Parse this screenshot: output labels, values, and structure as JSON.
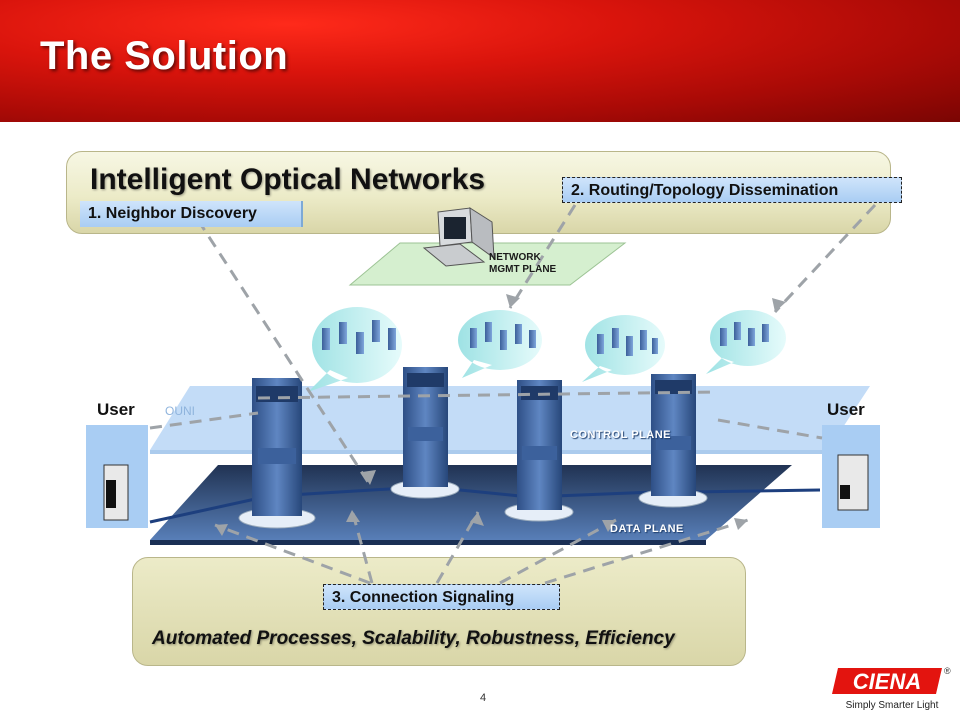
{
  "slide": {
    "title": "The Solution",
    "page_number": "4"
  },
  "top_panel": {
    "title": "Intelligent Optical Networks",
    "box1": "1.  Neighbor Discovery",
    "box2": "2.  Routing/Topology Dissemination"
  },
  "diagram": {
    "mgmt_plane_line1": "NETWORK",
    "mgmt_plane_line2": "MGMT PLANE",
    "control_plane": "CONTROL PLANE",
    "data_plane": "DATA PLANE",
    "ouni": "OUNI",
    "user_left": "User",
    "user_right": "User"
  },
  "bottom_panel": {
    "box3": "3.  Connection Signaling",
    "tagline": "Automated Processes, Scalability, Robustness, Efficiency"
  },
  "logo": {
    "brand": "CIENA",
    "tagline": "Simply Smarter Light",
    "registered": "®"
  },
  "colors": {
    "header_red": "#d9140c",
    "panel_khaki": "#ecebc8",
    "box_blue": "#b8d6f6",
    "plane_blue": "#9ec6ee",
    "data_plane_navy": "#24406e"
  }
}
